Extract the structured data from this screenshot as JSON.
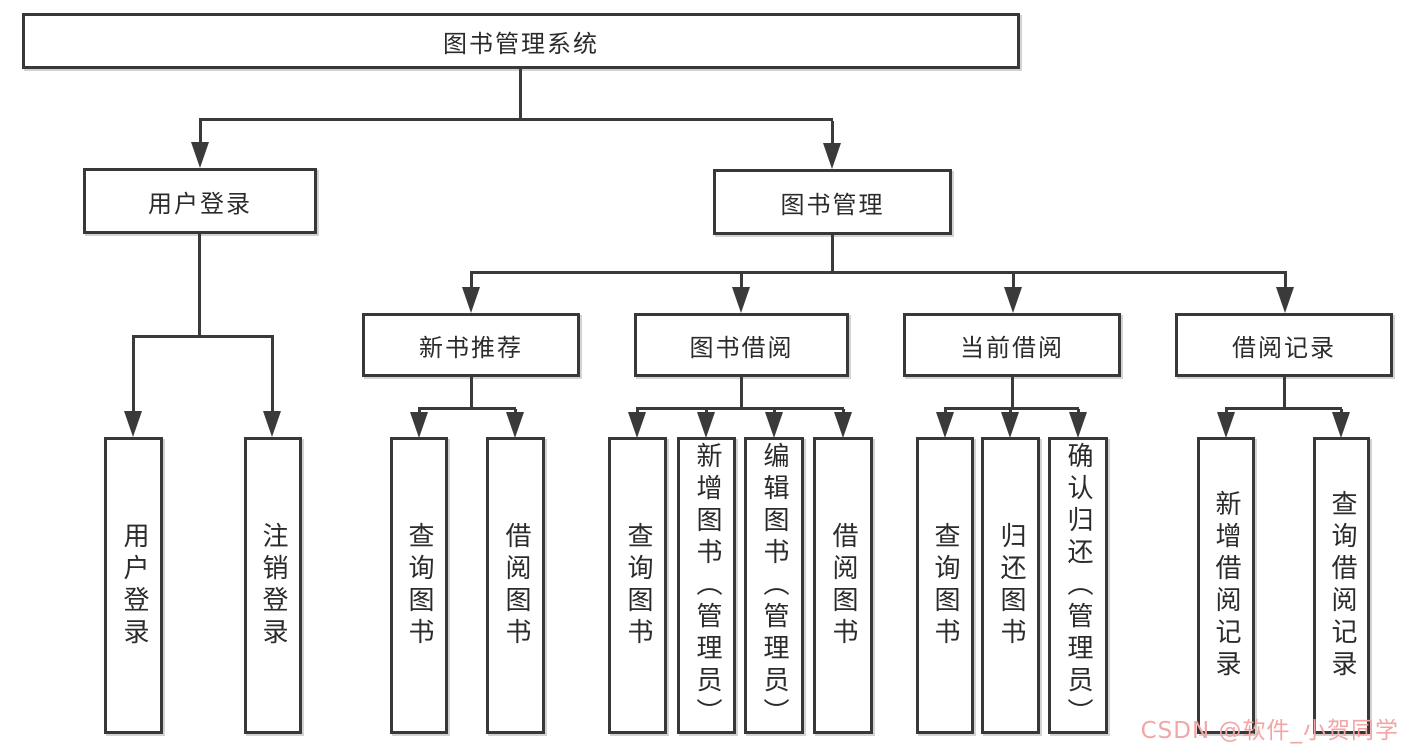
{
  "diagram": {
    "nodes": {
      "root": "图书管理系统",
      "user_login": "用户登录",
      "book_manage": "图书管理",
      "new_book_recommend": "新书推荐",
      "book_borrow": "图书借阅",
      "current_borrow": "当前借阅",
      "borrow_records": "借阅记录"
    },
    "leaves": {
      "login": [
        "用户登录",
        "注销登录"
      ],
      "recommend": [
        "查询图书",
        "借阅图书"
      ],
      "borrow": [
        "查询图书",
        "新增图书（管理员）",
        "编辑图书（管理员）",
        "借阅图书"
      ],
      "current": [
        "查询图书",
        "归还图书",
        "确认归还（管理员）"
      ],
      "records": [
        "新增借阅记录",
        "查询借阅记录"
      ]
    },
    "watermark": "CSDN @软件_小贺同学",
    "colors": {
      "line": "#3a3a3a",
      "box_border": "#383838",
      "text": "#2b2b2b",
      "watermark": "#f2a6a6",
      "background": "#ffffff"
    }
  }
}
